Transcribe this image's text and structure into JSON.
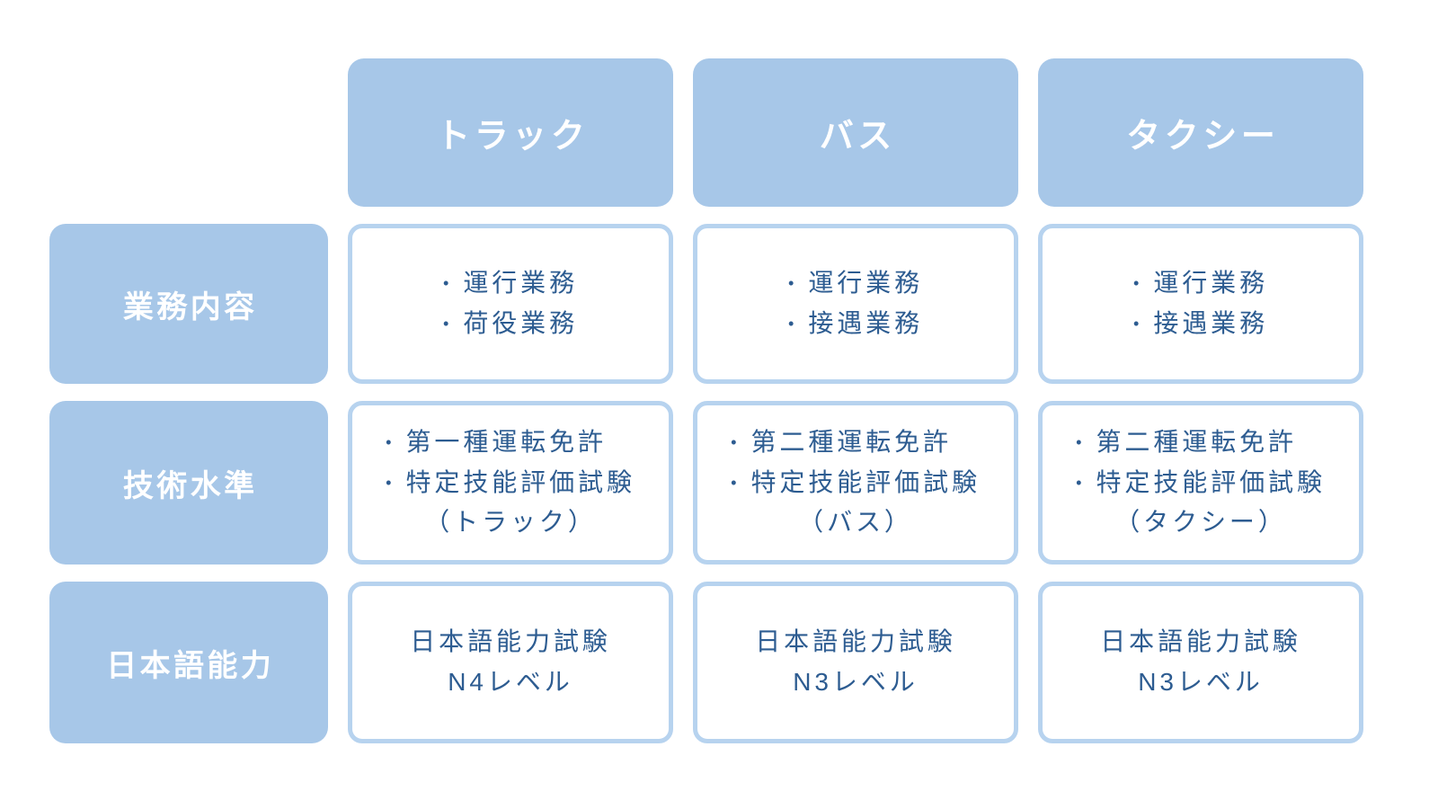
{
  "colors": {
    "box_fill": "#a7c7e8",
    "cell_border": "#b7d3ef",
    "cell_text": "#2d5c91",
    "box_text": "#ffffff",
    "background": "#ffffff"
  },
  "table": {
    "column_headers": [
      {
        "label": "トラック"
      },
      {
        "label": "バス"
      },
      {
        "label": "タクシー"
      }
    ],
    "rows": [
      {
        "label": "業務内容",
        "cells": [
          {
            "lines": [
              {
                "bullet": "•",
                "text": "運行業務"
              },
              {
                "bullet": "•",
                "text": "荷役業務"
              }
            ]
          },
          {
            "lines": [
              {
                "bullet": "•",
                "text": "運行業務"
              },
              {
                "bullet": "•",
                "text": "接遇業務"
              }
            ]
          },
          {
            "lines": [
              {
                "bullet": "•",
                "text": "運行業務"
              },
              {
                "bullet": "•",
                "text": "接遇業務"
              }
            ]
          }
        ]
      },
      {
        "label": "技術水準",
        "cells": [
          {
            "lines": [
              {
                "bullet": "•",
                "text": "第一種運転免許"
              },
              {
                "bullet": "•",
                "text": "特定技能評価試験"
              },
              {
                "text": "（トラック）"
              }
            ]
          },
          {
            "lines": [
              {
                "bullet": "•",
                "text": "第二種運転免許"
              },
              {
                "bullet": "•",
                "text": "特定技能評価試験"
              },
              {
                "text": "（バス）"
              }
            ]
          },
          {
            "lines": [
              {
                "bullet": "•",
                "text": "第二種運転免許"
              },
              {
                "bullet": "•",
                "text": "特定技能評価試験"
              },
              {
                "text": "（タクシー）"
              }
            ]
          }
        ]
      },
      {
        "label": "日本語能力",
        "cells": [
          {
            "lines": [
              {
                "text": "日本語能力試験"
              },
              {
                "text": "N4レベル"
              }
            ]
          },
          {
            "lines": [
              {
                "text": "日本語能力試験"
              },
              {
                "text": "N3レベル"
              }
            ]
          },
          {
            "lines": [
              {
                "text": "日本語能力試験"
              },
              {
                "text": "N3レベル"
              }
            ]
          }
        ]
      }
    ]
  }
}
